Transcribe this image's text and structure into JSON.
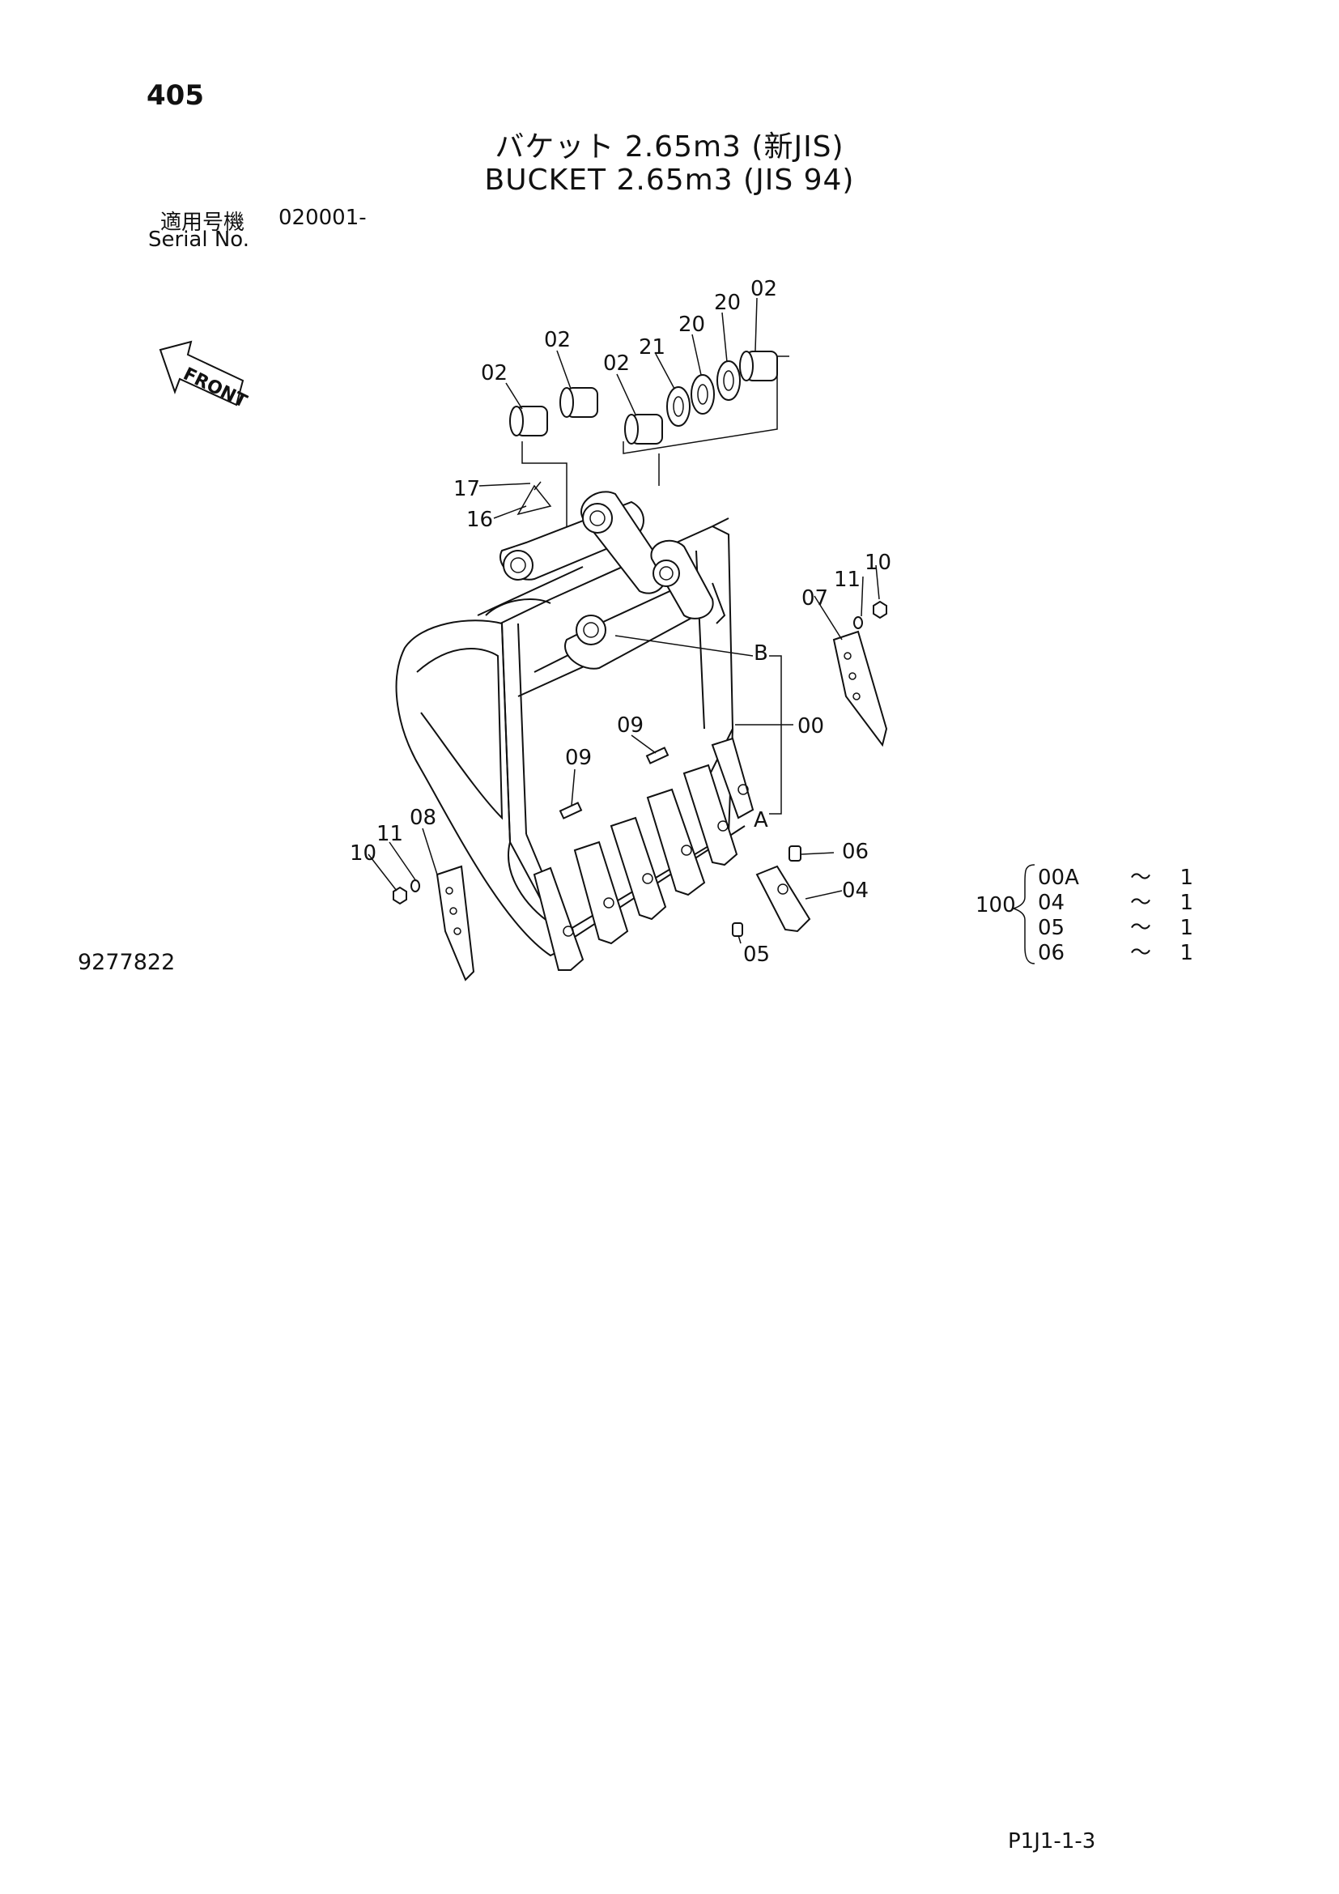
{
  "page_number": "405",
  "title_jp": "バケット 2.65m3 (新JIS)",
  "title_en": "BUCKET 2.65m3 (JIS 94)",
  "serial": {
    "label_jp": "適用号機",
    "value": "020001-",
    "label_en": "Serial No."
  },
  "front_label": "FRONT",
  "drawing_number": "9277822",
  "page_code": "P1J1-1-3",
  "callouts": [
    "02",
    "02",
    "02",
    "21",
    "20",
    "20",
    "02",
    "17",
    "16",
    "11",
    "10",
    "07",
    "B",
    "00",
    "09",
    "09",
    "A",
    "08",
    "11",
    "10",
    "06",
    "04",
    "05"
  ],
  "kit": {
    "number": "100",
    "items": [
      {
        "part": "00A",
        "sep": "～",
        "qty": "1"
      },
      {
        "part": "04",
        "sep": "～",
        "qty": "1"
      },
      {
        "part": "05",
        "sep": "～",
        "qty": "1"
      },
      {
        "part": "06",
        "sep": "～",
        "qty": "1"
      }
    ]
  }
}
